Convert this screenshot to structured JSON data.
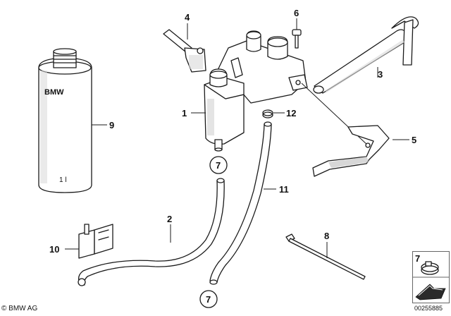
{
  "callouts": {
    "p1": "1",
    "p2": "2",
    "p3": "3",
    "p4": "4",
    "p5": "5",
    "p6": "6",
    "p7a": "7",
    "p7b": "7",
    "p8": "8",
    "p9": "9",
    "p10": "10",
    "p11": "11",
    "p12": "12"
  },
  "can": {
    "brand": "BMW",
    "volume": "1 l"
  },
  "legend": {
    "number": "7"
  },
  "footer": {
    "copyright": "© BMW AG",
    "diagram_id": "00255885"
  }
}
